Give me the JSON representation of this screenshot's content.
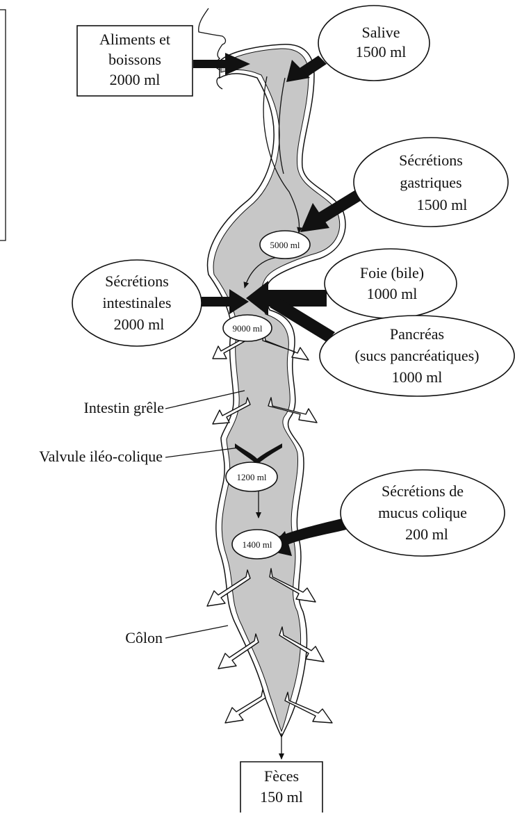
{
  "inputs": {
    "food": {
      "line1": "Aliments et",
      "line2": "boissons",
      "line3": "2000 ml"
    },
    "saliva": {
      "line1": "Salive",
      "line2": "1500 ml"
    },
    "gastric": {
      "line1": "Sécrétions",
      "line2": "gastriques",
      "line3": "1500 ml"
    },
    "intestinal": {
      "line1": "Sécrétions",
      "line2": "intestinales",
      "line3": "2000 ml"
    },
    "liver": {
      "line1": "Foie (bile)",
      "line2": "1000 ml"
    },
    "pancreas": {
      "line1": "Pancréas",
      "line2": "(sucs pancréatiques)",
      "line3": "1000 ml"
    },
    "colonic": {
      "line1": "Sécrétions de",
      "line2": "mucus colique",
      "line3": "200 ml"
    }
  },
  "volumes": {
    "v1": "5000 ml",
    "v2": "9000 ml",
    "v3": "1200 ml",
    "v4": "1400 ml"
  },
  "labels": {
    "small_intestine": "Intestin grêle",
    "ileocecal_valve": "Valvule iléo-colique",
    "colon": "Côlon"
  },
  "output": {
    "line1": "Fèces",
    "line2": "150 ml"
  }
}
